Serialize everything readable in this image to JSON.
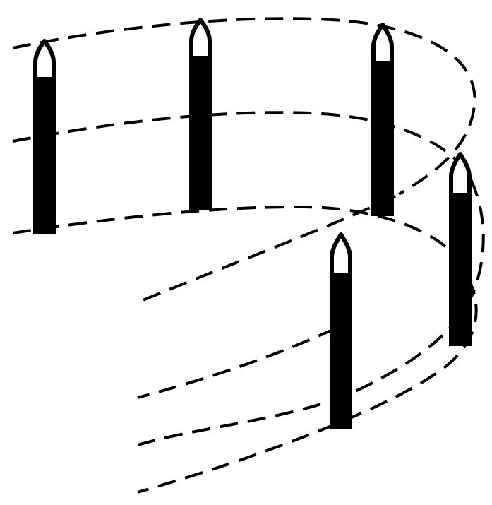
{
  "figure": {
    "description_type": "fence-with-posts",
    "colors": {
      "background": "#ffffff",
      "ink": "#000000"
    },
    "wire_count": 3,
    "post_count": 5
  }
}
